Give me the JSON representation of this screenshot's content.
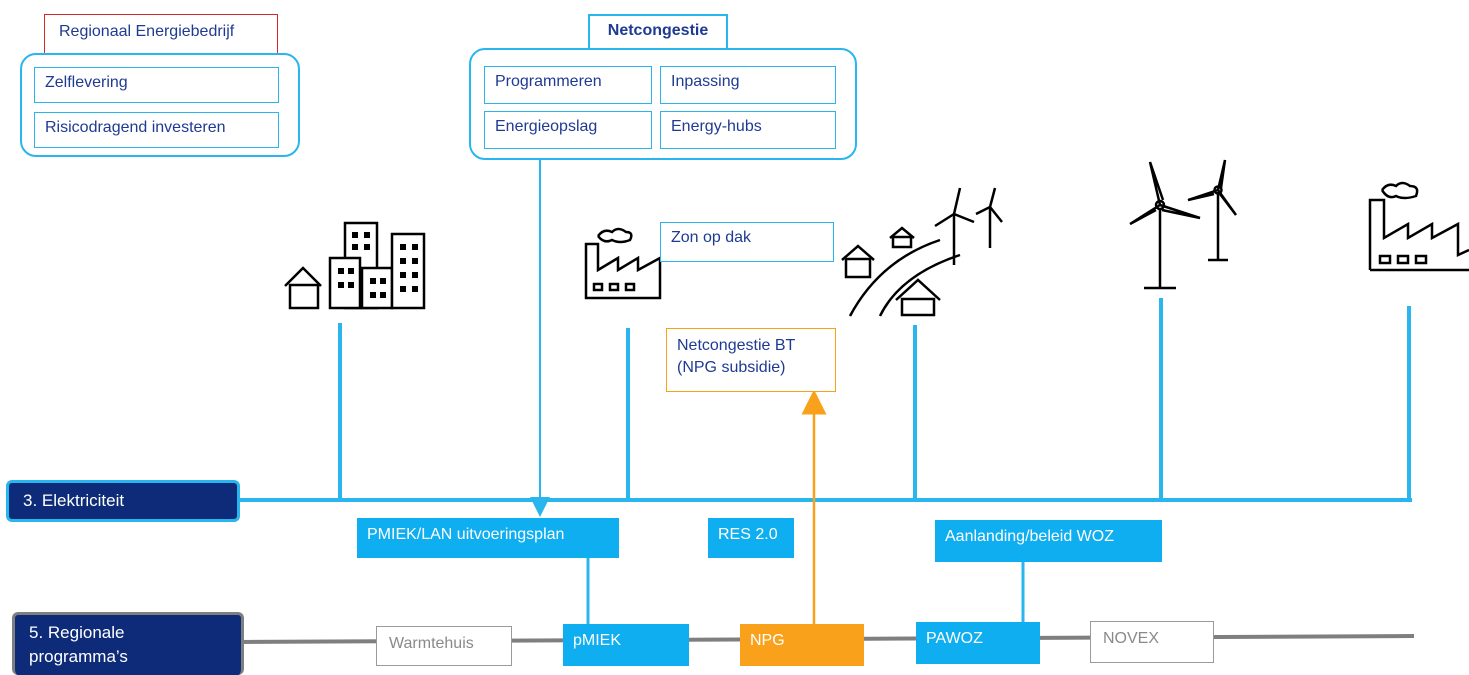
{
  "regional": {
    "title": "Regionaal Energiebedrijf",
    "items": [
      "Zelflevering",
      "Risicodragend investeren"
    ]
  },
  "netcongestie": {
    "title": "Netcongestie",
    "items": [
      "Programmeren",
      "Inpassing",
      "Energieopslag",
      "Energy-hubs"
    ]
  },
  "zon_op_dak": "Zon op dak",
  "netcongestie_bt": [
    "Netcongestie BT",
    "(NPG subsidie)"
  ],
  "lines": {
    "elektriciteit": "3. Elektriciteit",
    "regionale": [
      "5. Regionale",
      "programma’s"
    ]
  },
  "programs_blue": {
    "pmiek_lan": "PMIEK/LAN uitvoeringsplan",
    "res": "RES 2.0",
    "aanlanding": "Aanlanding/beleid WOZ"
  },
  "programs_bottom": {
    "warmtehuis": "Warmtehuis",
    "pmiek": "pMIEK",
    "npg": "NPG",
    "pawoz": "PAWOZ",
    "novex": "NOVEX"
  },
  "colors": {
    "line_blue": "#29b6ef",
    "fill_blue": "#0eaef0",
    "orange": "#f9a11b",
    "navy": "#0d2b78",
    "grey_line": "#7f7f7f",
    "red_border": "#d62828"
  },
  "icons": [
    "houses-buildings-icon",
    "factory-icon",
    "countryside-wind-icon",
    "wind-turbines-icon",
    "factory-icon"
  ]
}
